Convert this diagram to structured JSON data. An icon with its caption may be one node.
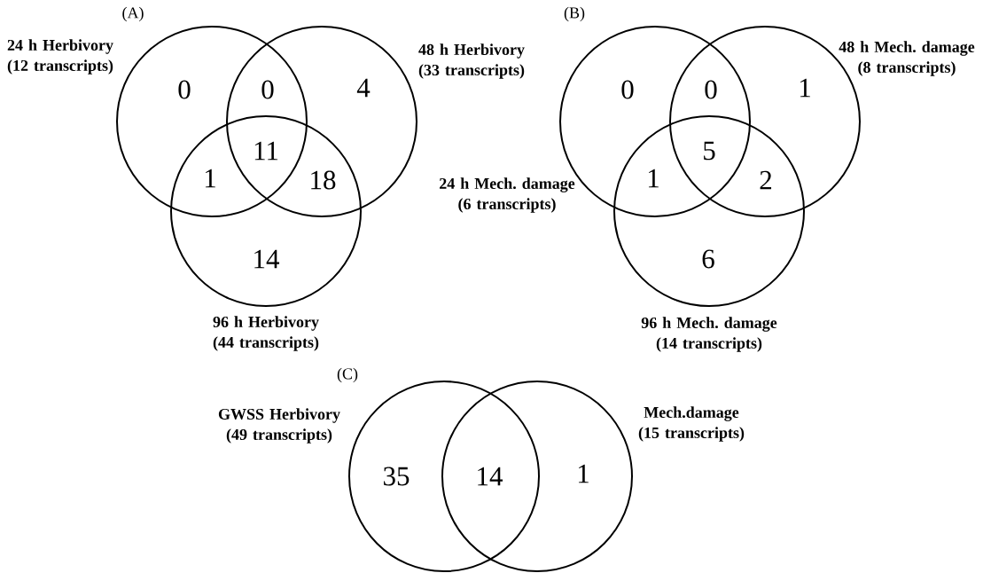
{
  "diagram": {
    "nodes": [
      {
        "text": [
          "24 h Herbivory (12 transcripts)"
        ]
      },
      {
        "text": [
          "48 h Herbivory (33 transcripts)"
        ]
      },
      {
        "text": [
          "96 h Herbivory (44 transcripts)"
        ]
      },
      {
        "text": [
          "24 h Mech. damage (6 transcripts)"
        ]
      },
      {
        "text": [
          "48 h Mech. damage (8 transcripts)"
        ]
      },
      {
        "text": [
          "96 h Mech. damage (14 transcripts)"
        ]
      },
      {
        "text": [
          "GWSS Herbivory (49 transcripts)"
        ]
      },
      {
        "text": [
          "Mech.damage (15 transcripts)"
        ]
      }
    ],
    "labels": [
      "(A)",
      "(B)",
      "0",
      "0",
      "4",
      "0",
      "0",
      "1",
      "11",
      "1",
      "18",
      "5",
      "1",
      "2",
      "14",
      "6",
      "(C)",
      "35",
      "14",
      "1"
    ]
  }
}
